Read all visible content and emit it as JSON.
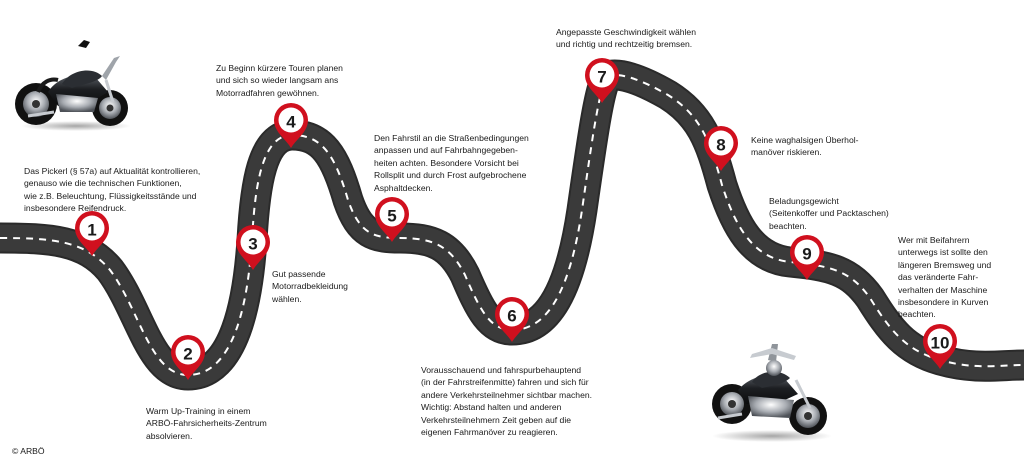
{
  "steps": [
    {
      "number": "1",
      "text": "Das Pickerl (§ 57a) auf Aktualität kontrollieren,\ngenauso wie die technischen Funktionen,\nwie z.B. Beleuchtung, Flüssigkeitsstände und\ninsbesondere Reifendruck."
    },
    {
      "number": "2",
      "text": "Warm Up-Training in einem\nARBÖ-Fahrsicherheits-Zentrum\nabsolvieren."
    },
    {
      "number": "3",
      "text": "Gut passende\nMotorradbekleidung\nwählen."
    },
    {
      "number": "4",
      "text": "Zu Beginn kürzere Touren planen\nund sich so wieder langsam ans\nMotorradfahren gewöhnen."
    },
    {
      "number": "5",
      "text": "Den Fahrstil an die Straßenbedingungen\nanpassen und auf Fahrbahngegeben-\nheiten achten. Besondere Vorsicht bei\nRollsplit und durch Frost aufgebrochene\nAsphaltdecken."
    },
    {
      "number": "6",
      "text": "Vorausschauend und fahrspurbehauptend\n(in der Fahrstreifenmitte) fahren und sich für\nandere Verkehrsteilnehmer sichtbar machen.\nWichtig: Abstand halten und anderen\nVerkehrsteilnehmern Zeit geben auf die\neigenen Fahrmanöver zu reagieren."
    },
    {
      "number": "7",
      "text": "Angepasste Geschwindigkeit wählen\nund richtig und rechtzeitig bremsen."
    },
    {
      "number": "8",
      "text": "Keine waghalsigen Überhol-\nmanöver riskieren."
    },
    {
      "number": "9",
      "text": "Beladungsgewicht\n(Seitenkoffer und Packtaschen)\nbeachten."
    },
    {
      "number": "10",
      "text": "Wer mit Beifahrern\nunterwegs ist sollte den\nlängeren Bremsweg und\ndas veränderte Fahr-\nverhalten der Maschine\ninsbesondere in Kurven\nbeachten."
    }
  ],
  "copyright": "© ARBÖ",
  "colors": {
    "road": "#3a3a3a",
    "road_edge": "#2a2a2a",
    "lane_marking": "#ffffff",
    "marker_red": "#d0101e",
    "marker_fill": "#ffffff",
    "number": "#1a1a1a"
  },
  "images": [
    "motorcycle-top-left",
    "motorcycle-bottom-right"
  ]
}
